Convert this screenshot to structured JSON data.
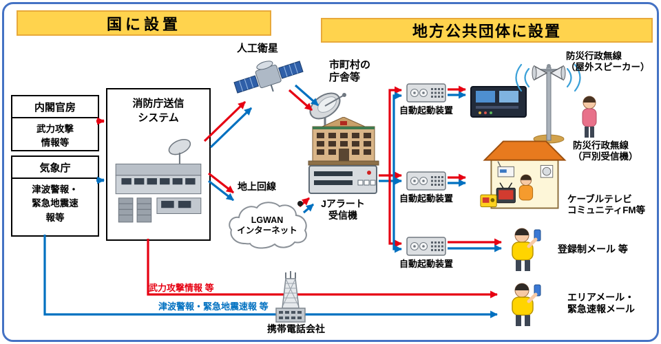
{
  "headers": {
    "national": "国に設置",
    "municipal": "地方公共団体に設置"
  },
  "source_boxes": {
    "cabinet": {
      "title": "内閣官房",
      "desc": "武力攻撃\n情報等"
    },
    "jma": {
      "title": "気象庁",
      "desc": "津波警報・\n緊急地震速\n報等"
    }
  },
  "fdma_box": {
    "title": "消防庁送信\nシステム"
  },
  "labels": {
    "satellite": "人工衛星",
    "municipal_office": "市町村の\n庁舎等",
    "terrestrial_line": "地上回線",
    "lgwan": "LGWAN\nインターネット",
    "receiver": "Jアラート\n受信機",
    "mobile_company": "携帯電話会社"
  },
  "activation_devices": [
    "自動起動装置",
    "自動起動装置",
    "自動起動装置"
  ],
  "outputs": {
    "outdoor_radio": "防災行政無線\n（屋外スピーカー）",
    "household_radio": "防災行政無線\n（戸別受信機）",
    "cable_tv": "ケーブルテレビ\nコミュニティFM等",
    "registered_mail": "登録制メール 等",
    "area_mail": "エリアメール・\n緊急速報メール"
  },
  "flow_labels": {
    "attack_info": "武力攻撃情報 等",
    "tsunami_info": "津波警報・緊急地震速報 等"
  },
  "colors": {
    "attack_red": "#e60012",
    "tsunami_blue": "#0070c0",
    "header_yellow": "#ffd34d",
    "header_border": "#e8a93a",
    "frame_blue": "#4472c4"
  }
}
